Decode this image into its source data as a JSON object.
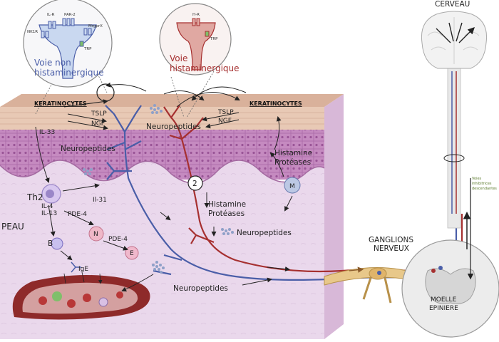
{
  "labels": {
    "cerveau": "CERVEAU",
    "peau": "PEAU",
    "ganglions_line1": "GANGLIONS",
    "ganglions_line2": "NERVEUX",
    "moelle_line1": "MOELLE",
    "moelle_line2": "EPINIERE",
    "voie_non_line1": "Voie non",
    "voie_non_line2": "histaminergique",
    "voie_hist_line1": "Voie",
    "voie_hist_line2": "histaminergique",
    "kera_left": "KERATINOCYTES",
    "kera_right": "KERATINOCYTES",
    "tslp_left": "TSLP",
    "ngf_left": "NGF",
    "tslp_right": "TSLP",
    "ngf_right": "NGF",
    "il33": "IL-33",
    "neuropeptides_top": "Neuropeptides",
    "neuropeptides_epi": "Neuropeptides",
    "neuropeptides_mid": "Neuropeptides",
    "neuropeptides_bottom": "Neuropeptides",
    "histamine_top_line1": "Histamine",
    "histamine_top_line2": "Protéases",
    "histamine_mid_line1": "Histamine",
    "histamine_mid_line2": "Protéases",
    "th2": "Th2",
    "il31": "Il-31",
    "il4": "IL-4",
    "il13": "IL-13",
    "pde4_a": "PDE-4",
    "pde4_b": "PDE-4",
    "cell_b": "B",
    "cell_n": "N",
    "cell_e": "E",
    "cell_m": "M",
    "ige": "IgE",
    "step_number": "2",
    "voies_line1": "Voies",
    "voies_line2": "inhibitrices",
    "voies_line3": "descendantes",
    "rec_ilr": "IL-R",
    "rec_par2": "PAR-2",
    "rec_nk1r": "NK1R",
    "rec_mrgprx": "MrgprX",
    "rec_trp_left": "TRP",
    "rec_h1r": "H-R",
    "rec_trp_right": "TRP"
  },
  "colors": {
    "blue_nerve": "#4a5ea8",
    "red_nerve": "#a63030",
    "epidermis": "#c98fc2",
    "dermis": "#e9d6ea",
    "stratum_corneum": "#e6c7b4",
    "inhibitory_text": "#5a7a2a"
  }
}
